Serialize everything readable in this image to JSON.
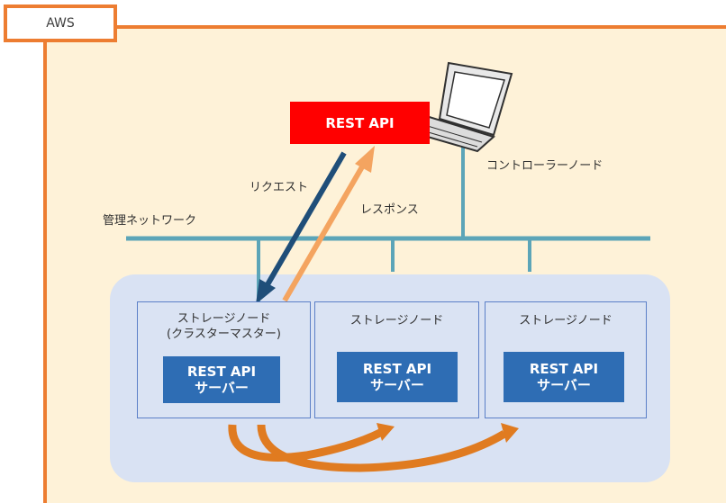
{
  "aws_label": "AWS",
  "rest_api_label": "REST API",
  "controller_node_label": "コントローラーノード",
  "management_network_label": "管理ネットワーク",
  "request_label": "リクエスト",
  "response_label": "レスポンス",
  "storage_nodes": [
    {
      "title": "ストレージノード\n(クラスターマスター)",
      "api": "REST API\nサーバー"
    },
    {
      "title": "ストレージノード",
      "api": "REST API\nサーバー"
    },
    {
      "title": "ストレージノード",
      "api": "REST API\nサーバー"
    }
  ],
  "colors": {
    "aws_border": "#ed7d31",
    "aws_fill": "#fef2d8",
    "network_line": "#5ca5b8",
    "request_arrow": "#1f4e79",
    "response_arrow": "#f4a460",
    "rest_api_box": "#ff0000",
    "api_server_box": "#2e6db4",
    "replication_arrows": "#e07b20"
  }
}
